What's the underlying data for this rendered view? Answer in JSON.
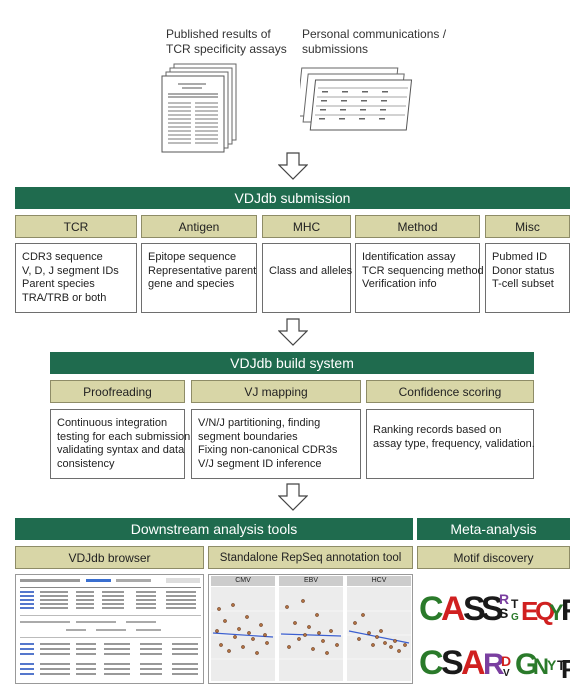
{
  "sources": {
    "published": [
      "Published results of",
      "TCR specificity assays"
    ],
    "personal": [
      "Personal communications /",
      "submissions"
    ]
  },
  "submission": {
    "title": "VDJdb submission",
    "columns": [
      {
        "header": "TCR",
        "items": [
          "CDR3 sequence",
          "V, D, J segment IDs",
          "Parent species",
          "TRA/TRB or both"
        ]
      },
      {
        "header": "Antigen",
        "items": [
          "Epitope sequence",
          "Representative parent",
          "gene and species"
        ]
      },
      {
        "header": "MHC",
        "items": [
          "Class and alleles"
        ]
      },
      {
        "header": "Method",
        "items": [
          "Identification assay",
          "TCR sequencing method",
          "Verification info"
        ]
      },
      {
        "header": "Misc",
        "items": [
          "Pubmed ID",
          "Donor status",
          "T-cell subset"
        ]
      }
    ]
  },
  "build": {
    "title": "VDJdb build system",
    "columns": [
      {
        "header": "Proofreading",
        "items": [
          "Continuous integration",
          "testing for each submission:",
          "validating syntax and data",
          "consistency"
        ]
      },
      {
        "header": "VJ mapping",
        "items": [
          "V/N/J partitioning, finding",
          "segment boundaries",
          "Fixing non-canonical CDR3s",
          "V/J segment ID inference"
        ]
      },
      {
        "header": "Confidence scoring",
        "items": [
          "Ranking records based on",
          "assay type, frequency, validation."
        ]
      }
    ]
  },
  "downstream": {
    "title": "Downstream analysis tools",
    "tools": [
      "VDJdb browser",
      "Standalone RepSeq annotation tool"
    ],
    "panels": [
      "CMV",
      "EBV",
      "HCV"
    ]
  },
  "meta": {
    "title": "Meta-analysis",
    "tools": [
      "Motif discovery"
    ],
    "motifs": [
      "CASS",
      "CSAR"
    ]
  }
}
